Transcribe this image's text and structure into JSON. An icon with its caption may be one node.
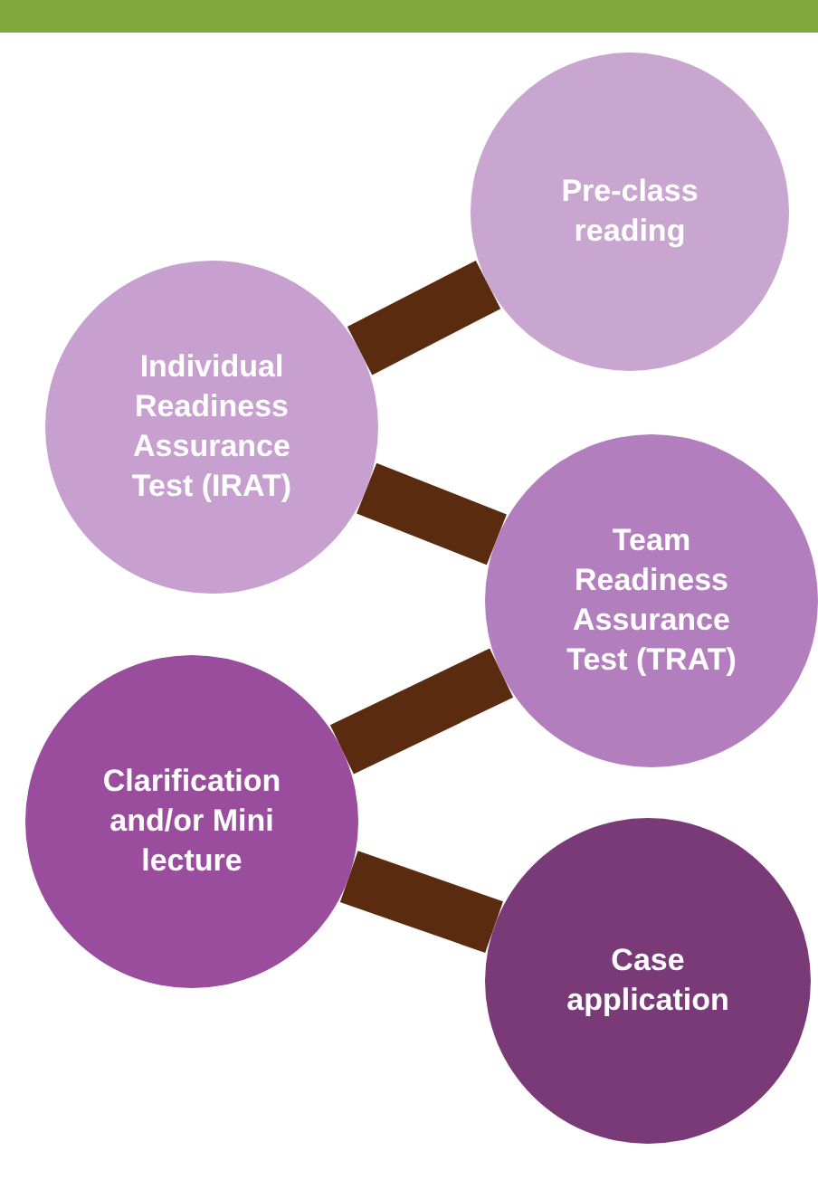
{
  "diagram": {
    "nodes": [
      {
        "text": [
          "Pre-class reading"
        ]
      },
      {
        "text": [
          "Individual Readiness Assurance Test (IRAT)"
        ]
      },
      {
        "text": [
          "Team Readiness Assurance Test (TRAT)"
        ]
      },
      {
        "text": [
          "Clarification and/or Mini lecture"
        ]
      },
      {
        "text": [
          "Case application"
        ]
      }
    ],
    "edges": [
      {
        "from": 0,
        "to": 1,
        "arrow": "none"
      },
      {
        "from": 1,
        "to": 2,
        "arrow": "none"
      },
      {
        "from": 2,
        "to": 3,
        "arrow": "none"
      },
      {
        "from": 3,
        "to": 4,
        "arrow": "none"
      }
    ]
  }
}
